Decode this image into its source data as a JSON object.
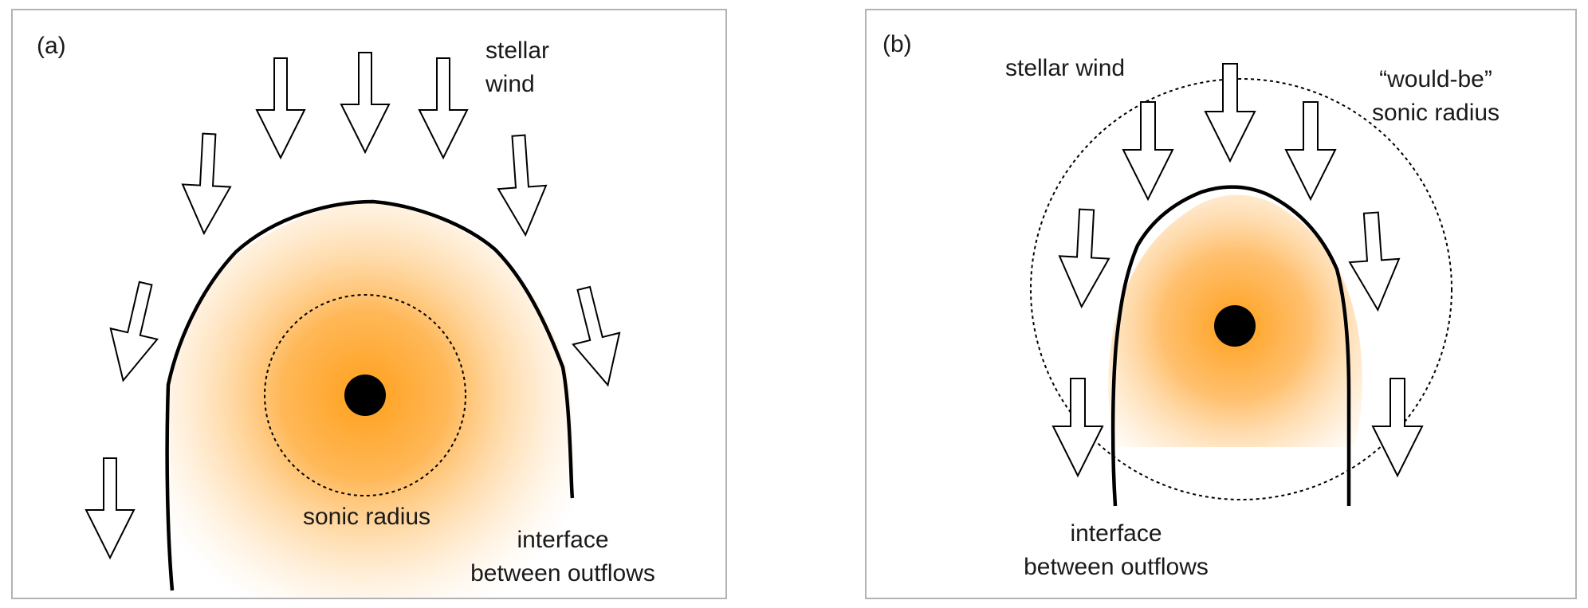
{
  "colors": {
    "glow": "#ff9f1a",
    "line": "#000000",
    "frame": "#b3b3b3",
    "arrow_fill": "#ffffff"
  },
  "panel_a": {
    "label": "(a)",
    "wind_line1": "stellar",
    "wind_line2": "wind",
    "sonic_label": "sonic radius",
    "interface_line1": "interface",
    "interface_line2": "between outflows"
  },
  "panel_b": {
    "label": "(b)",
    "wind_label": "stellar wind",
    "wouldbe_line1": "“would-be”",
    "wouldbe_line2": "sonic radius",
    "interface_line1": "interface",
    "interface_line2": "between outflows"
  }
}
